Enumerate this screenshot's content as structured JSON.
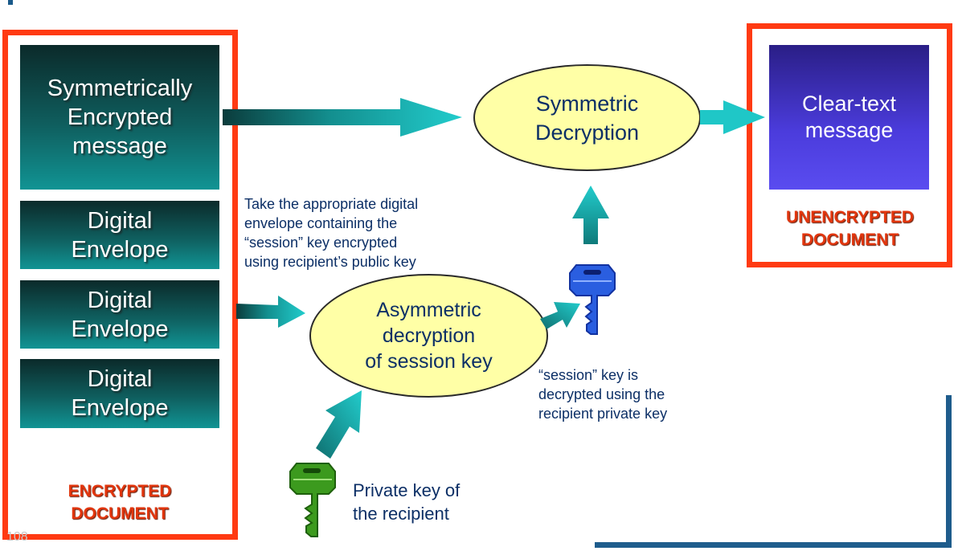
{
  "encrypted": {
    "message": "Symmetrically\nEncrypted\nmessage",
    "envelopes": [
      "Digital\nEnvelope",
      "Digital\nEnvelope",
      "Digital\nEnvelope"
    ],
    "label": "ENCRYPTED\nDOCUMENT"
  },
  "symmetric": {
    "text": "Symmetric\nDecryption"
  },
  "asymmetric": {
    "text": "Asymmetric\ndecryption\nof session key"
  },
  "cleartext": {
    "text": "Clear-text\nmessage",
    "label": "UNENCRYPTED\nDOCUMENT"
  },
  "notes": {
    "envelope_note": "Take the appropriate digital\nenvelope containing the\n“session” key encrypted\nusing recipient’s public key",
    "session_note": "“session” key is\ndecrypted using the\nrecipient private key",
    "private_key_note": "Private key of\nthe recipient"
  },
  "page_number": "108",
  "colors": {
    "frame": "#ff3a12",
    "arrow": "#1fc7c7",
    "ellipse": "#ffffa6",
    "clear_box": "#4b3cdc",
    "green_key": "#3c9a1e",
    "blue_key": "#2a5ee0"
  },
  "icons": [
    "arrow-icon",
    "key-icon"
  ]
}
